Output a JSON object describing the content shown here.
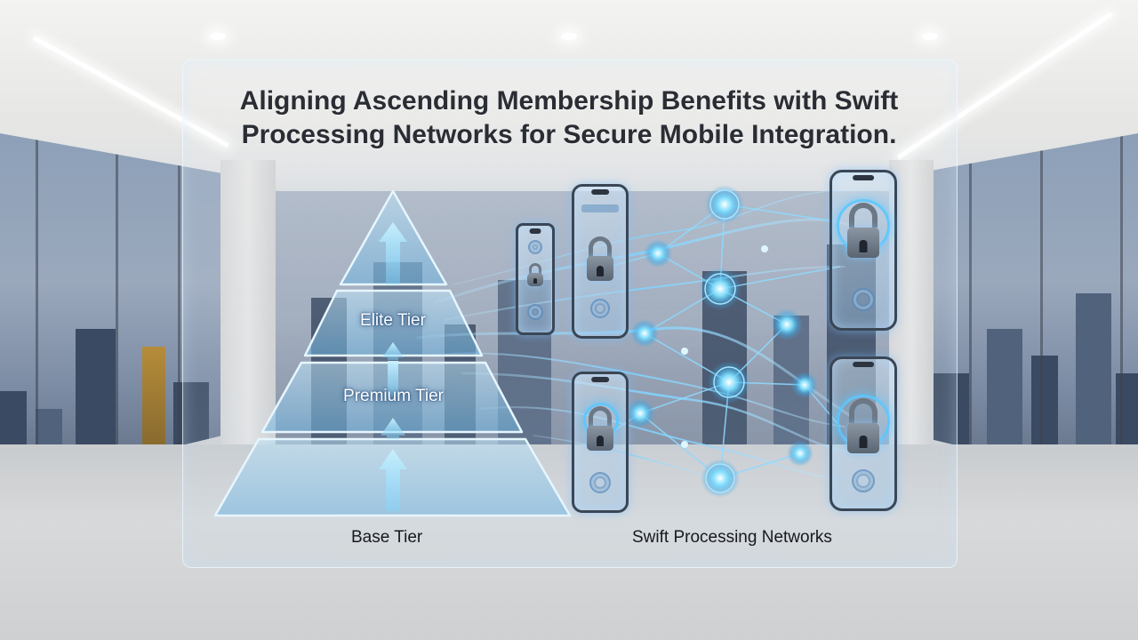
{
  "title": "Aligning Ascending Membership Benefits with Swift Processing Networks for Secure Mobile Integration.",
  "pyramid": {
    "tiers": [
      {
        "label": "Elite Tier"
      },
      {
        "label": "Premium Tier"
      },
      {
        "label": "Base Tier"
      }
    ]
  },
  "network": {
    "label": "Swift Processing Networks"
  },
  "colors": {
    "accent": "#4fc3ff",
    "glass": "#dcecf8",
    "text_dark": "#2a2d33"
  }
}
